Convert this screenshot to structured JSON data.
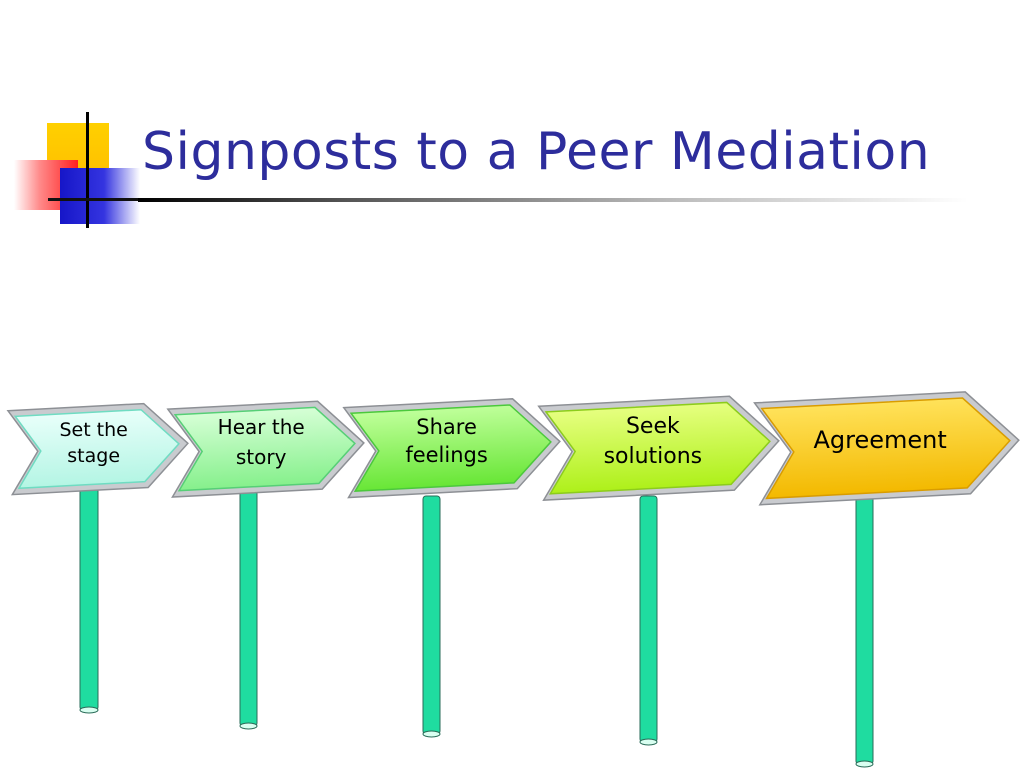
{
  "title": "Signposts to a Peer Mediation",
  "signposts": [
    {
      "line1": "Set the",
      "line2": "stage",
      "fill_start": "#e8fffa",
      "fill_end": "#b4f5e4",
      "rim": "#6fdcc2"
    },
    {
      "line1": "Hear the",
      "line2": "story",
      "fill_start": "#d6ffd6",
      "fill_end": "#86f08c",
      "rim": "#56cf76"
    },
    {
      "line1": "Share",
      "line2": "feelings",
      "fill_start": "#bfff9a",
      "fill_end": "#68e636",
      "rim": "#4bc83c"
    },
    {
      "line1": "Seek",
      "line2": "solutions",
      "fill_start": "#e6ff80",
      "fill_end": "#aef01a",
      "rim": "#8ccc1c"
    },
    {
      "line1": "Agreement",
      "line2": "",
      "fill_start": "#ffe25a",
      "fill_end": "#f3b900",
      "rim": "#d99c00"
    }
  ],
  "colors": {
    "title": "#2d2d9c",
    "pole": "#1fdca0"
  }
}
